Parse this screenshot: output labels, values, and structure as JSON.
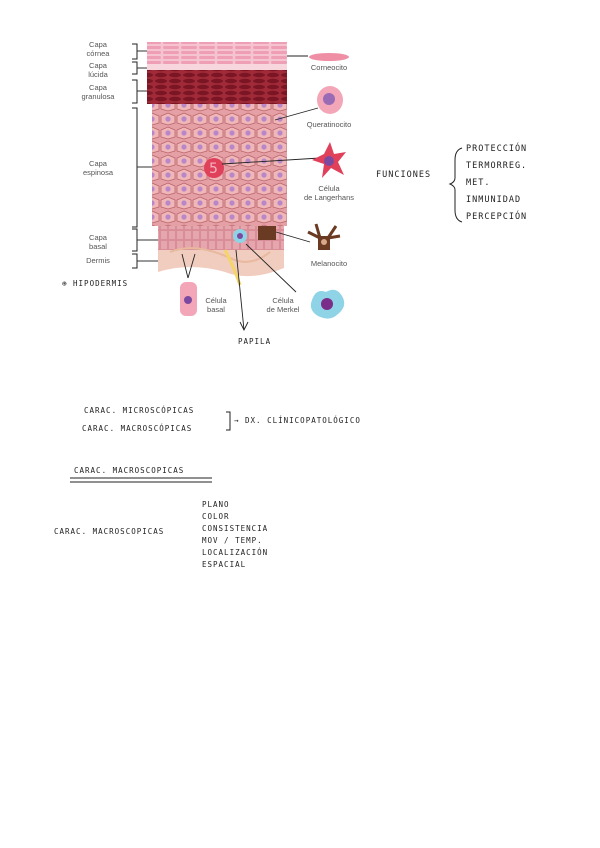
{
  "diagram": {
    "layers": {
      "cornea": "Capa\ncórnea",
      "lucida": "Capa\nlúcida",
      "granulosa": "Capa\ngranulosa",
      "espinosa": "Capa\nespinosa",
      "basal": "Capa\nbasal",
      "dermis": "Dermis"
    },
    "cells": {
      "corneocito": "Corneocito",
      "queratinocito": "Queratinocito",
      "langerhans": "Célula\nde Langerhans",
      "melanocito": "Melanocito",
      "merkel": "Célula\nde Merkel",
      "basal_cell": "Célula\nbasal"
    }
  },
  "notes": {
    "hipodermis": "⊕ HIPODERMIS",
    "papila": "PAPILA",
    "funciones_title": "FUNCIONES",
    "funciones": [
      "PROTECCIÓN",
      "TERMORREG.",
      "MET.",
      "INMUNIDAD",
      "PERCEPCIÓN"
    ],
    "micro": "CARAC. MICROSCÓPICAS",
    "macro": "CARAC. MACROSCÓPICAS",
    "dx": "→ DX. CLÍNICOPATOLÓGICO",
    "section_title": "CARAC. MACROSCOPICAS",
    "list_label": "CARAC. MACROSCOPICAS",
    "list": [
      "PLANO",
      "COLOR",
      "CONSISTENCIA",
      "MOV / TEMP.",
      "LOCALIZACIÓN",
      "ESPACIAL"
    ]
  },
  "colors": {
    "cornea": "#f2a9bd",
    "granulosa": "#8c1c2c",
    "espinosa": "#e6a3a8",
    "cell_nucleus": "#b07cc6",
    "dermis": "#f3d3c8",
    "merkel": "#8fd3e6",
    "langerhans": "#e0405a",
    "melanocito": "#6b3a22"
  }
}
